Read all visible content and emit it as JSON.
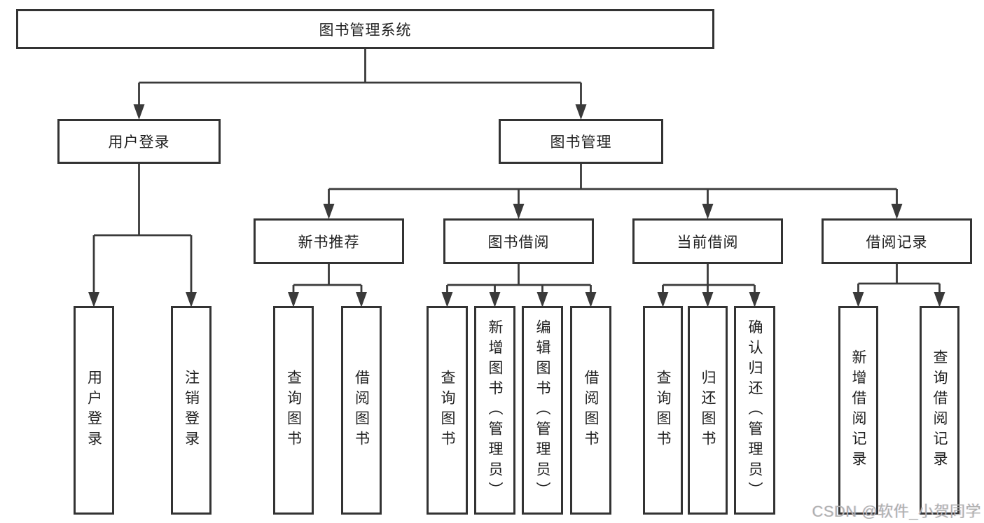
{
  "diagram_title": "图书管理系统",
  "tree": {
    "label": "图书管理系统",
    "children": [
      {
        "label": "用户登录",
        "children": [
          {
            "label": "用户登录"
          },
          {
            "label": "注销登录"
          }
        ]
      },
      {
        "label": "图书管理",
        "children": [
          {
            "label": "新书推荐",
            "children": [
              {
                "label": "查询图书"
              },
              {
                "label": "借阅图书"
              }
            ]
          },
          {
            "label": "图书借阅",
            "children": [
              {
                "label": "查询图书"
              },
              {
                "label": "新增图书（管理员）"
              },
              {
                "label": "编辑图书（管理员）"
              },
              {
                "label": "借阅图书"
              }
            ]
          },
          {
            "label": "当前借阅",
            "children": [
              {
                "label": "查询图书"
              },
              {
                "label": "归还图书"
              },
              {
                "label": "确认归还（管理员）"
              }
            ]
          },
          {
            "label": "借阅记录",
            "children": [
              {
                "label": "新增借阅记录"
              },
              {
                "label": "查询借阅记录"
              }
            ]
          }
        ]
      }
    ]
  },
  "watermark": "CSDN @软件_小贺同学",
  "colors": {
    "line": "#3a3a3a",
    "box_border": "#333333",
    "box_background": "#ffffff",
    "text": "#1f1f1f",
    "watermark": "#b0b0b0",
    "background": "#ffffff"
  }
}
